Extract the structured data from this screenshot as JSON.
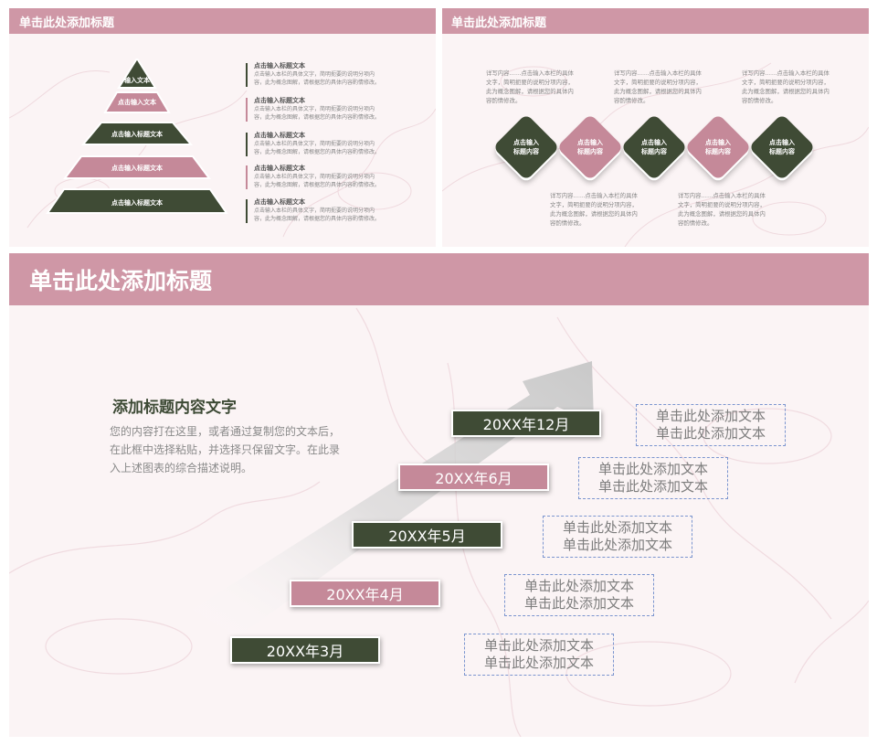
{
  "colors": {
    "pink": "#c58999",
    "green": "#3f4b35",
    "bar": "#cf97a6",
    "note_border": "#7b95cf"
  },
  "slide1": {
    "title": "单击此处添加标题",
    "pyramid": [
      "输入文本",
      "点击输入文本",
      "点击输入标题文本",
      "点击输入标题文本",
      "点击输入标题文本"
    ],
    "items": [
      {
        "title": "点击输入标题文本",
        "desc1": "点击输入本栏的具体文字，简明扼要的说明分项内",
        "desc2": "容，此为概念图解，请根据您的具体内容酌情修改。"
      },
      {
        "title": "点击输入标题文本",
        "desc1": "点击输入本栏的具体文字，简明扼要的说明分项内",
        "desc2": "容，此为概念图解，请根据您的具体内容酌情修改。"
      },
      {
        "title": "点击输入标题文本",
        "desc1": "点击输入本栏的具体文字，简明扼要的说明分项内",
        "desc2": "容，此为概念图解，请根据您的具体内容酌情修改。"
      },
      {
        "title": "点击输入标题文本",
        "desc1": "点击输入本栏的具体文字，简明扼要的说明分项内",
        "desc2": "容，此为概念图解，请根据您的具体内容酌情修改。"
      },
      {
        "title": "点击输入标题文本",
        "desc1": "点击输入本栏的具体文字，简明扼要的说明分项内",
        "desc2": "容，此为概念图解，请根据您的具体内容酌情修改。"
      }
    ]
  },
  "slide2": {
    "title": "单击此处添加标题",
    "diamonds": [
      {
        "l1": "点击输入",
        "l2": "标题内容"
      },
      {
        "l1": "点击输入",
        "l2": "标题内容"
      },
      {
        "l1": "点击输入",
        "l2": "标题内容"
      },
      {
        "l1": "点击输入",
        "l2": "标题内容"
      },
      {
        "l1": "点击输入",
        "l2": "标题内容"
      }
    ],
    "texts": [
      "详写内容……点击输入本栏的具体文字，简明扼要的说明分项内容，此为概念图解，请根据您的具体内容酌情修改。",
      "详写内容……点击输入本栏的具体文字，简明扼要的说明分项内容，此为概念图解，请根据您的具体内容酌情修改。",
      "详写内容……点击输入本栏的具体文字，简明扼要的说明分项内容，此为概念图解，请根据您的具体内容酌情修改。",
      "详写内容……点击输入本栏的具体文字，简明扼要的说明分项内容，此为概念图解，请根据您的具体内容酌情修改。",
      "详写内容……点击输入本栏的具体文字，简明扼要的说明分项内容，此为概念图解，请根据您的具体内容酌情修改。"
    ]
  },
  "slide3": {
    "title": "单击此处添加标题",
    "intro_title": "添加标题内容文字",
    "intro_body": "您的内容打在这里，或者通过复制您的文本后，在此框中选择粘贴，并选择只保留文字。在此录入上述图表的综合描述说明。",
    "timeline": [
      {
        "label": "20XX年12月",
        "note1": "单击此处添加文本",
        "note2": "单击此处添加文本"
      },
      {
        "label": "20XX年6月",
        "note1": "单击此处添加文本",
        "note2": "单击此处添加文本"
      },
      {
        "label": "20XX年5月",
        "note1": "单击此处添加文本",
        "note2": "单击此处添加文本"
      },
      {
        "label": "20XX年4月",
        "note1": "单击此处添加文本",
        "note2": "单击此处添加文本"
      },
      {
        "label": "20XX年3月",
        "note1": "单击此处添加文本",
        "note2": "单击此处添加文本"
      }
    ]
  }
}
